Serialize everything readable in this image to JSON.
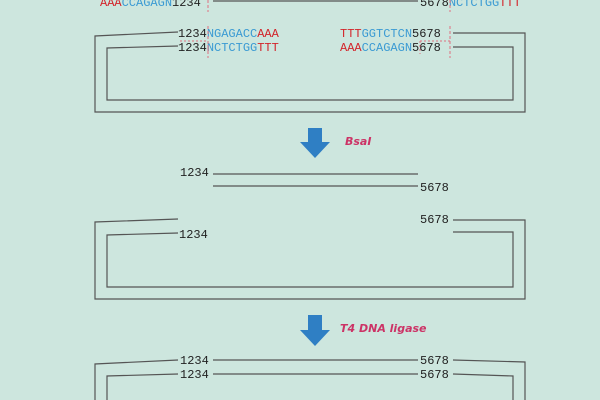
{
  "colors": {
    "background": "#cde6de",
    "line": "#555555",
    "number_text": "#222222",
    "dna_red": "#d3242a",
    "dna_blue": "#3a9ad3",
    "guide_dashed": "#e07080",
    "arrow": "#2f7fc4",
    "enzyme_label": "#cc3366"
  },
  "numbers": {
    "left": "1234",
    "right": "5678"
  },
  "top_partial": {
    "left_red": "AAA",
    "left_blue": "CCAGAGN",
    "right_blue": "NCTCTGG",
    "right_red": "TTT"
  },
  "step1": {
    "left_top_blue": "NGAGACC",
    "left_top_red": "AAA",
    "left_bottom_blue": "NCTCTGG",
    "left_bottom_red": "TTT",
    "right_top_red": "TTT",
    "right_top_blue": "GGTCTCN",
    "right_bottom_red": "AAA",
    "right_bottom_blue": "CCAGAGN"
  },
  "steps": [
    {
      "enzyme": "BsaI"
    },
    {
      "enzyme": "T4 DNA ligase"
    }
  ]
}
